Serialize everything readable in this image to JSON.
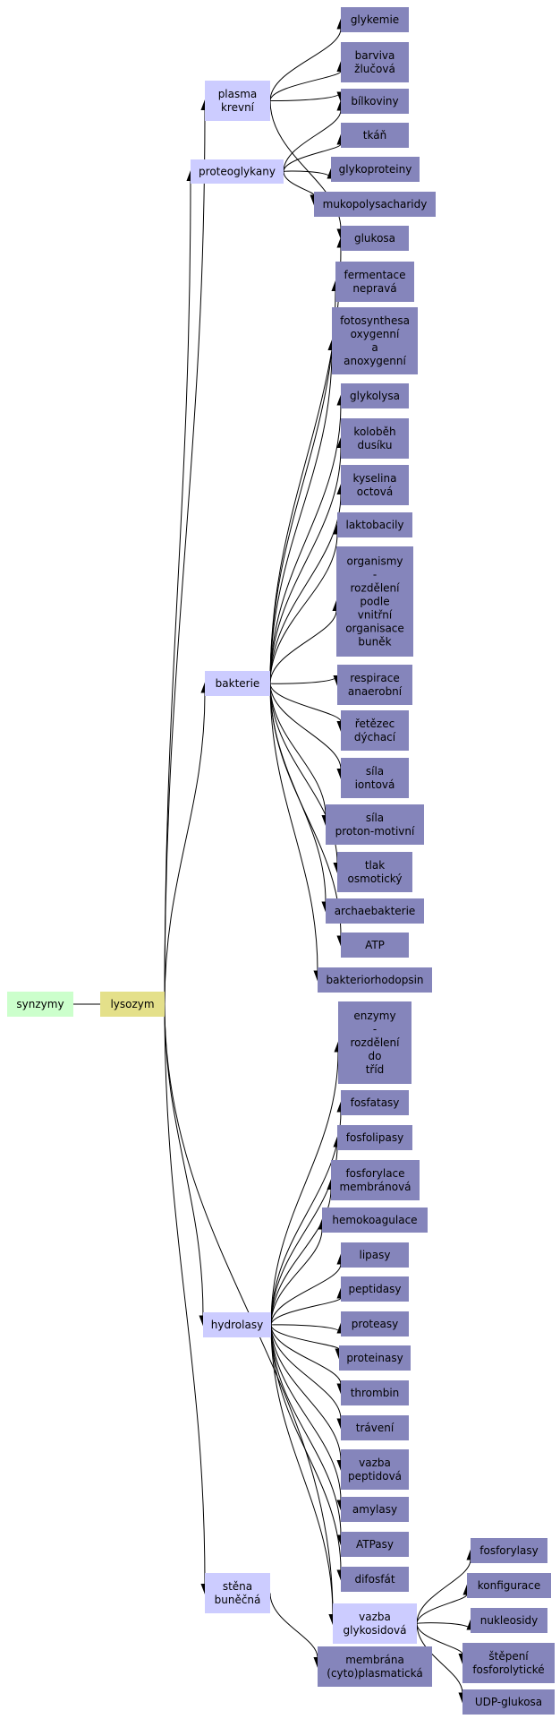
{
  "colors": {
    "root": "#ccffcc",
    "center": "#e4e08a",
    "category": "#ccccff",
    "leaf": "#8585bb",
    "edge": "#000000"
  },
  "nodes": {
    "synzymy": {
      "label": [
        "synzymy"
      ],
      "kind": "root"
    },
    "lysozym": {
      "label": [
        "lysozym"
      ],
      "kind": "center"
    },
    "plasma": {
      "label": [
        "plasma",
        "krevní"
      ],
      "kind": "category"
    },
    "proteoglykany": {
      "label": [
        "proteoglykany"
      ],
      "kind": "category"
    },
    "bakterie": {
      "label": [
        "bakterie"
      ],
      "kind": "category"
    },
    "hydrolasy": {
      "label": [
        "hydrolasy"
      ],
      "kind": "category"
    },
    "stena": {
      "label": [
        "stěna",
        "buněčná"
      ],
      "kind": "category"
    },
    "vazba_glyk": {
      "label": [
        "vazba",
        "glykosidová"
      ],
      "kind": "category"
    },
    "glykemie": {
      "label": [
        "glykemie"
      ],
      "kind": "leaf"
    },
    "barviva": {
      "label": [
        "barviva",
        "žlučová"
      ],
      "kind": "leaf"
    },
    "bilkoviny": {
      "label": [
        "bílkoviny"
      ],
      "kind": "leaf"
    },
    "tkan": {
      "label": [
        "tkáň"
      ],
      "kind": "leaf"
    },
    "glykoproteiny": {
      "label": [
        "glykoproteiny"
      ],
      "kind": "leaf"
    },
    "mukopoly": {
      "label": [
        "mukopolysacharidy"
      ],
      "kind": "leaf"
    },
    "glukosa": {
      "label": [
        "glukosa"
      ],
      "kind": "leaf"
    },
    "fermentace": {
      "label": [
        "fermentace",
        "nepravá"
      ],
      "kind": "leaf"
    },
    "fotosyntesa": {
      "label": [
        "fotosynthesa",
        "oxygenní",
        "a",
        "anoxygenní"
      ],
      "kind": "leaf"
    },
    "glykolysa": {
      "label": [
        "glykolysa"
      ],
      "kind": "leaf"
    },
    "kolobeh": {
      "label": [
        "koloběh",
        "dusíku"
      ],
      "kind": "leaf"
    },
    "kyselina": {
      "label": [
        "kyselina",
        "octová"
      ],
      "kind": "leaf"
    },
    "laktobacily": {
      "label": [
        "laktobacily"
      ],
      "kind": "leaf"
    },
    "organismy": {
      "label": [
        "organismy",
        "-",
        "rozdělení",
        "podle",
        "vnitřní",
        "organisace",
        "buněk"
      ],
      "kind": "leaf"
    },
    "respirace": {
      "label": [
        "respirace",
        "anaerobní"
      ],
      "kind": "leaf"
    },
    "retezec": {
      "label": [
        "řetězec",
        "dýchací"
      ],
      "kind": "leaf"
    },
    "sila_iont": {
      "label": [
        "síla",
        "iontová"
      ],
      "kind": "leaf"
    },
    "sila_proton": {
      "label": [
        "síla",
        "proton-motivní"
      ],
      "kind": "leaf"
    },
    "tlak": {
      "label": [
        "tlak",
        "osmotický"
      ],
      "kind": "leaf"
    },
    "archae": {
      "label": [
        "archaebakterie"
      ],
      "kind": "leaf"
    },
    "atp": {
      "label": [
        "ATP"
      ],
      "kind": "leaf"
    },
    "bakteriorhod": {
      "label": [
        "bakteriorhodopsin"
      ],
      "kind": "leaf"
    },
    "enzymy": {
      "label": [
        "enzymy",
        "-",
        "rozdělení",
        "do",
        "tříd"
      ],
      "kind": "leaf"
    },
    "fosfatasy": {
      "label": [
        "fosfatasy"
      ],
      "kind": "leaf"
    },
    "fosfolipasy": {
      "label": [
        "fosfolipasy"
      ],
      "kind": "leaf"
    },
    "fosforylace": {
      "label": [
        "fosforylace",
        "membránová"
      ],
      "kind": "leaf"
    },
    "hemokoag": {
      "label": [
        "hemokoagulace"
      ],
      "kind": "leaf"
    },
    "lipasy": {
      "label": [
        "lipasy"
      ],
      "kind": "leaf"
    },
    "peptidasy": {
      "label": [
        "peptidasy"
      ],
      "kind": "leaf"
    },
    "proteasy": {
      "label": [
        "proteasy"
      ],
      "kind": "leaf"
    },
    "proteinasy": {
      "label": [
        "proteinasy"
      ],
      "kind": "leaf"
    },
    "thrombin": {
      "label": [
        "thrombin"
      ],
      "kind": "leaf"
    },
    "traveni": {
      "label": [
        "trávení"
      ],
      "kind": "leaf"
    },
    "vazba_pept": {
      "label": [
        "vazba",
        "peptidová"
      ],
      "kind": "leaf"
    },
    "amylasy": {
      "label": [
        "amylasy"
      ],
      "kind": "leaf"
    },
    "atpasy": {
      "label": [
        "ATPasy"
      ],
      "kind": "leaf"
    },
    "difosfat": {
      "label": [
        "difosfát"
      ],
      "kind": "leaf"
    },
    "membrana": {
      "label": [
        "membrána",
        "(cyto)plasmatická"
      ],
      "kind": "leaf"
    },
    "fosforylasy": {
      "label": [
        "fosforylasy"
      ],
      "kind": "leaf"
    },
    "konfigurace": {
      "label": [
        "konfigurace"
      ],
      "kind": "leaf"
    },
    "nukleosidy": {
      "label": [
        "nukleosidy"
      ],
      "kind": "leaf"
    },
    "stepeni": {
      "label": [
        "štěpení",
        "fosforolytické"
      ],
      "kind": "leaf"
    },
    "udp": {
      "label": [
        "UDP-glukosa"
      ],
      "kind": "leaf"
    }
  },
  "edges": [
    [
      "synzymy",
      "lysozym"
    ],
    [
      "lysozym",
      "plasma"
    ],
    [
      "lysozym",
      "proteoglykany"
    ],
    [
      "lysozym",
      "bakterie"
    ],
    [
      "lysozym",
      "hydrolasy"
    ],
    [
      "lysozym",
      "stena"
    ],
    [
      "lysozym",
      "vazba_glyk"
    ],
    [
      "plasma",
      "glykemie"
    ],
    [
      "plasma",
      "barviva"
    ],
    [
      "plasma",
      "bilkoviny"
    ],
    [
      "plasma",
      "glukosa"
    ],
    [
      "proteoglykany",
      "bilkoviny"
    ],
    [
      "proteoglykany",
      "tkan"
    ],
    [
      "proteoglykany",
      "glykoproteiny"
    ],
    [
      "proteoglykany",
      "mukopoly"
    ],
    [
      "bakterie",
      "glukosa"
    ],
    [
      "bakterie",
      "fermentace"
    ],
    [
      "bakterie",
      "fotosyntesa"
    ],
    [
      "bakterie",
      "glykolysa"
    ],
    [
      "bakterie",
      "kolobeh"
    ],
    [
      "bakterie",
      "kyselina"
    ],
    [
      "bakterie",
      "laktobacily"
    ],
    [
      "bakterie",
      "organismy"
    ],
    [
      "bakterie",
      "respirace"
    ],
    [
      "bakterie",
      "retezec"
    ],
    [
      "bakterie",
      "sila_iont"
    ],
    [
      "bakterie",
      "sila_proton"
    ],
    [
      "bakterie",
      "tlak"
    ],
    [
      "bakterie",
      "archae"
    ],
    [
      "bakterie",
      "atp"
    ],
    [
      "bakterie",
      "bakteriorhod"
    ],
    [
      "hydrolasy",
      "enzymy"
    ],
    [
      "hydrolasy",
      "fosfatasy"
    ],
    [
      "hydrolasy",
      "fosfolipasy"
    ],
    [
      "hydrolasy",
      "fosforylace"
    ],
    [
      "hydrolasy",
      "hemokoag"
    ],
    [
      "hydrolasy",
      "lipasy"
    ],
    [
      "hydrolasy",
      "peptidasy"
    ],
    [
      "hydrolasy",
      "proteasy"
    ],
    [
      "hydrolasy",
      "proteinasy"
    ],
    [
      "hydrolasy",
      "thrombin"
    ],
    [
      "hydrolasy",
      "traveni"
    ],
    [
      "hydrolasy",
      "vazba_pept"
    ],
    [
      "hydrolasy",
      "amylasy"
    ],
    [
      "hydrolasy",
      "atpasy"
    ],
    [
      "hydrolasy",
      "difosfat"
    ],
    [
      "hydrolasy",
      "vazba_glyk"
    ],
    [
      "stena",
      "membrana"
    ],
    [
      "vazba_glyk",
      "fosforylasy"
    ],
    [
      "vazba_glyk",
      "konfigurace"
    ],
    [
      "vazba_glyk",
      "nukleosidy"
    ],
    [
      "vazba_glyk",
      "stepeni"
    ],
    [
      "vazba_glyk",
      "udp"
    ]
  ]
}
